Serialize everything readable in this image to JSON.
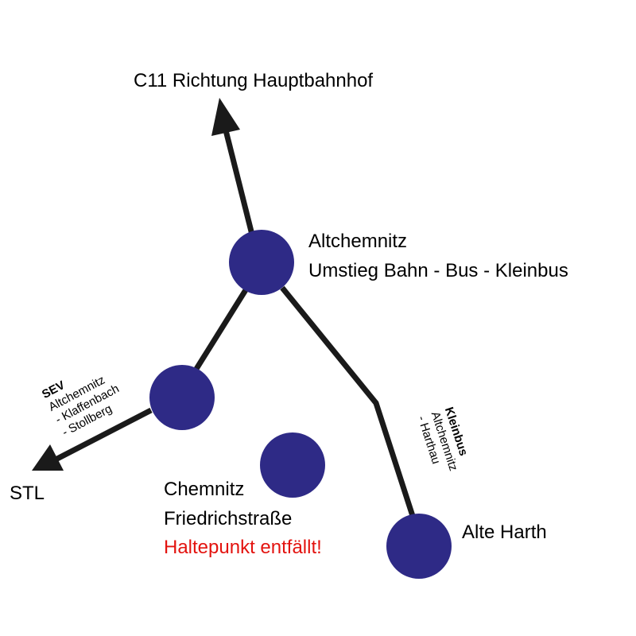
{
  "colors": {
    "station": "#2e2a86",
    "line": "#1a1a1a",
    "warning": "#e3130f"
  },
  "labels": {
    "hbf": "C11 Richtung Hauptbahnhof",
    "altchemnitz_name": "Altchemnitz",
    "altchemnitz_transfer": "Umstieg Bahn - Bus - Kleinbus",
    "alte_harth": "Alte Harth",
    "stl": "STL",
    "friedrich_name1": "Chemnitz",
    "friedrich_name2": "Friedrichstraße",
    "friedrich_note": "Haltepunkt entfällt!"
  },
  "sev": {
    "title": "SEV",
    "line1": "Altchemnitz",
    "line2": "- Klaffenbach",
    "line3": "- Stollberg"
  },
  "kleinbus": {
    "title": "Kleinbus",
    "line1": "Altchemnitz",
    "line2": "- Harthau"
  }
}
